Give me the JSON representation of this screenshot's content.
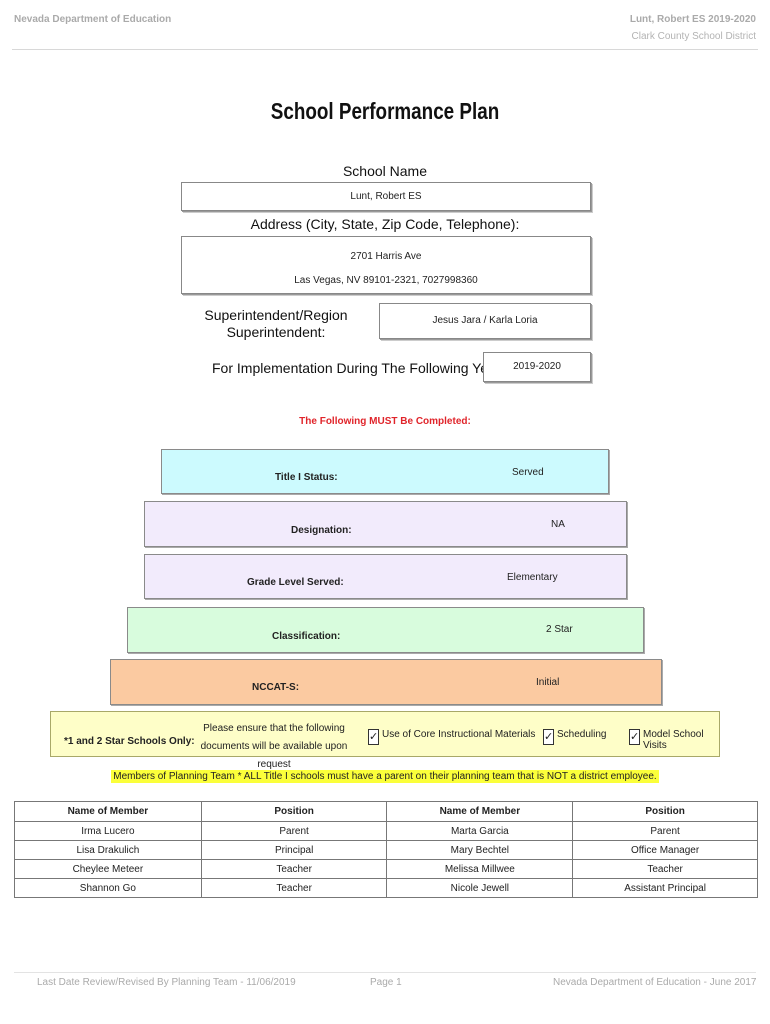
{
  "header": {
    "left": "Nevada Department of Education",
    "right_top": "Lunt, Robert ES  2019-2020",
    "right_bottom": "Clark County School District"
  },
  "title": "School Performance Plan",
  "school_name": {
    "label": "School Name",
    "value": "Lunt, Robert ES"
  },
  "address": {
    "label": "Address (City, State, Zip Code, Telephone):",
    "line1": "2701 Harris Ave",
    "line2": "Las Vegas, NV  89101-2321, 7027998360"
  },
  "superintendent": {
    "label_line1": "Superintendent/Region",
    "label_line2": "Superintendent:",
    "value": "Jesus Jara / Karla Loria"
  },
  "implementation": {
    "label": "For Implementation During The Following Years:",
    "value": "2019-2020"
  },
  "must_complete": "The Following MUST Be Completed:",
  "tiers": [
    {
      "label": "Title I Status:",
      "value": "Served"
    },
    {
      "label": "Designation:",
      "value": "NA"
    },
    {
      "label": "Grade Level Served:",
      "value": "Elementary"
    },
    {
      "label": "Classification:",
      "value": "2 Star"
    },
    {
      "label": "NCCAT-S:",
      "value": "Initial"
    }
  ],
  "star_schools": {
    "label": "*1 and 2 Star Schools Only:",
    "prompt_line1": "Please ensure that the following",
    "prompt_line2": "documents will be available upon request",
    "checks": [
      {
        "label": "Use of Core Instructional Materials",
        "checked": true,
        "mark": "✓"
      },
      {
        "label": "Scheduling",
        "checked": true,
        "mark": "✓"
      },
      {
        "label": "Model School Visits",
        "checked": true,
        "mark": "✓"
      }
    ]
  },
  "members_note": "Members of Planning Team * ALL Title I schools must have a parent on their planning team that is NOT a district employee.",
  "team_table": {
    "headers": [
      "Name of Member",
      "Position",
      "Name of Member",
      "Position"
    ],
    "rows": [
      [
        "Irma Lucero",
        "Parent",
        "Marta Garcia",
        "Parent"
      ],
      [
        "Lisa Drakulich",
        "Principal",
        "Mary Bechtel",
        "Office Manager"
      ],
      [
        "Cheylee Meteer",
        "Teacher",
        "Melissa Millwee",
        "Teacher"
      ],
      [
        "Shannon Go",
        "Teacher",
        "Nicole Jewell",
        "Assistant Principal"
      ]
    ]
  },
  "footer": {
    "left": "Last Date Review/Revised By Planning Team - 11/06/2019",
    "center": "Page 1",
    "right": "Nevada Department of Education - June 2017"
  }
}
